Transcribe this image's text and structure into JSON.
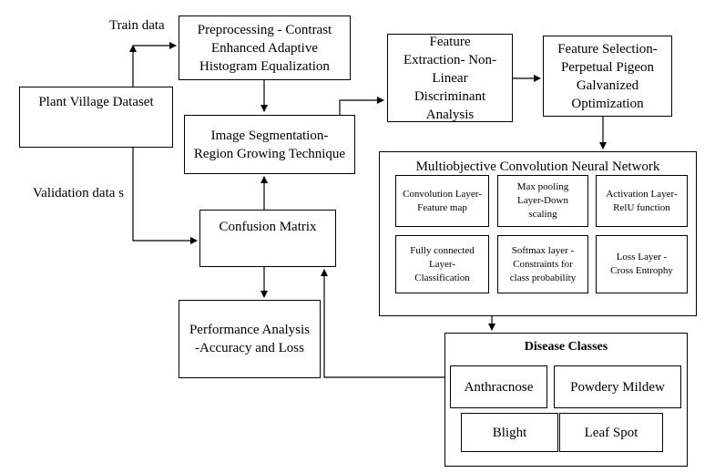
{
  "labels": {
    "train_data": "Train data",
    "validation_data": "Validation data s"
  },
  "nodes": {
    "dataset": "Plant Village Dataset",
    "preprocessing": "Preprocessing - Contrast Enhanced Adaptive Histogram Equalization",
    "segmentation": "Image Segmentation- Region Growing Technique",
    "feature_extraction": "Feature Extraction- Non-Linear Discriminant Analysis",
    "feature_selection": "Feature Selection- Perpetual Pigeon Galvanized Optimization",
    "confusion_matrix": "Confusion Matrix",
    "performance": "Performance Analysis -Accuracy and Loss"
  },
  "cnn": {
    "title": "Multiobjective Convolution Neural Network",
    "layers": [
      "Convolution Layer-Feature map",
      "Max pooling Layer-Down scaling",
      "Activation Layer-RelU function",
      "Fully connected Layer- Classification",
      "Softmax layer - Constraints for class probability",
      "Loss Layer - Cross Entrophy"
    ]
  },
  "disease": {
    "title": "Disease Classes",
    "classes": [
      "Anthracnose",
      "Powdery Mildew",
      "Blight",
      "Leaf Spot"
    ]
  }
}
